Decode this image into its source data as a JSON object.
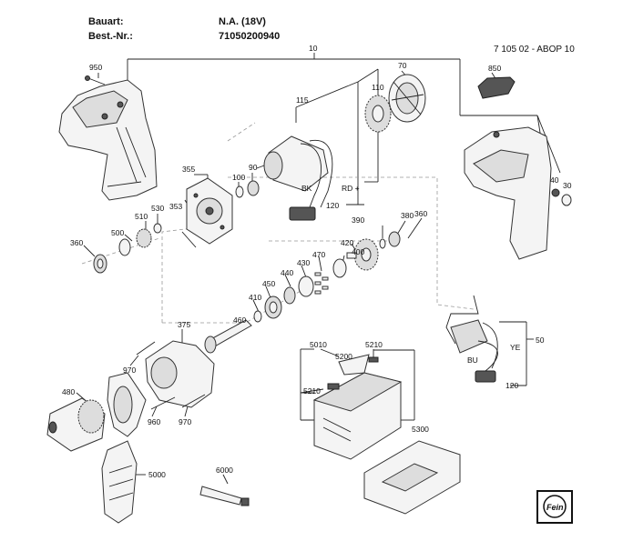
{
  "header": {
    "bauart_label": "Bauart:",
    "bauart_value": "N.A. (18V)",
    "bestnr_label": "Best.-Nr.:",
    "bestnr_value": "71050200940",
    "doc_ref": "7 105 02 - ABOP 10"
  },
  "parts": {
    "p10": "10",
    "p950": "950",
    "p850": "850",
    "p70": "70",
    "p110": "110",
    "p115": "115",
    "p40": "40",
    "p30": "30",
    "p355": "355",
    "p353": "353",
    "p100": "100",
    "p90": "90",
    "p530": "530",
    "p510": "510",
    "p500": "500",
    "p360a": "360",
    "p120a": "120",
    "p390": "390",
    "p380": "380",
    "p360b": "360",
    "p420": "420",
    "p400": "400",
    "p470": "470",
    "p430": "430",
    "p440": "440",
    "p450": "450",
    "p410": "410",
    "p460": "460",
    "p375": "375",
    "p970a": "970",
    "p960": "960",
    "p970b": "970",
    "p480": "480",
    "p5000": "5000",
    "p6000": "6000",
    "p5010": "5010",
    "p5210a": "5210",
    "p5200": "5200",
    "p5210b": "5210",
    "p5300": "5300",
    "p50": "50",
    "p120b": "120"
  },
  "wires": {
    "bk": "BK",
    "rd": "RD +",
    "ye": "YE",
    "bu": "BU"
  },
  "logo_text": "Fein"
}
